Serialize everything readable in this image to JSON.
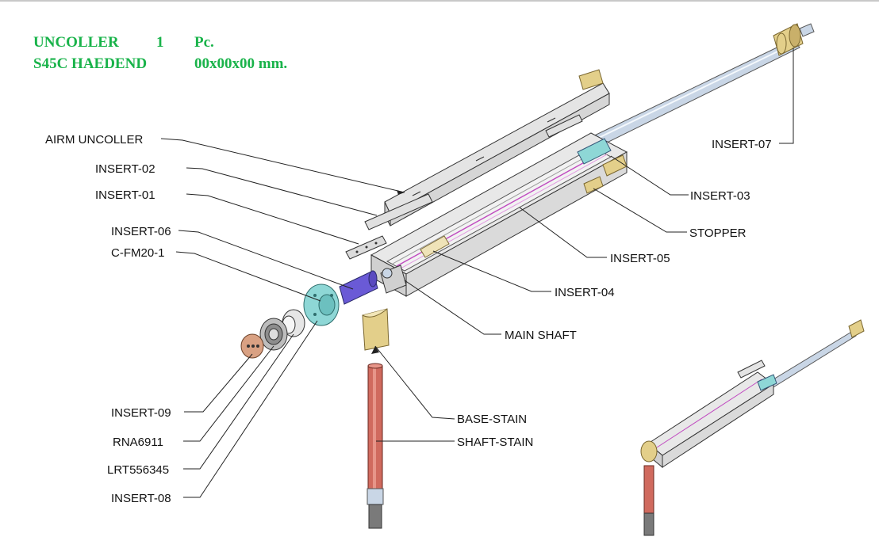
{
  "title_block": {
    "line1": {
      "name": "UNCOLLER",
      "qty": "1",
      "unit": "Pc."
    },
    "line2": {
      "material": "S45C HAEDEND",
      "size": "00x00x00  mm."
    }
  },
  "labels": {
    "airm_uncoller": "AIRM UNCOLLER",
    "insert_02": "INSERT-02",
    "insert_01": "INSERT-01",
    "insert_06": "INSERT-06",
    "c_fm20_1": "C-FM20-1",
    "insert_07": "INSERT-07",
    "insert_03": "INSERT-03",
    "stopper": "STOPPER",
    "insert_05": "INSERT-05",
    "insert_04": "INSERT-04",
    "main_shaft": "MAIN SHAFT",
    "base_stain": "BASE-STAIN",
    "shaft_stain": "SHAFT-STAIN",
    "insert_09": "INSERT-09",
    "rna6911": "RNA6911",
    "lrt556345": "LRT556345",
    "insert_08": "INSERT-08"
  },
  "colors": {
    "title_green": "#19b34a",
    "part_gray": "#e4e4e4",
    "shaft_steel": "#c9d6e6",
    "shaft_red": "#d06a5e",
    "brass": "#e3cf8a",
    "cyan": "#8ed7d6",
    "purple": "#6a5ad6",
    "copper": "#d9a183"
  }
}
